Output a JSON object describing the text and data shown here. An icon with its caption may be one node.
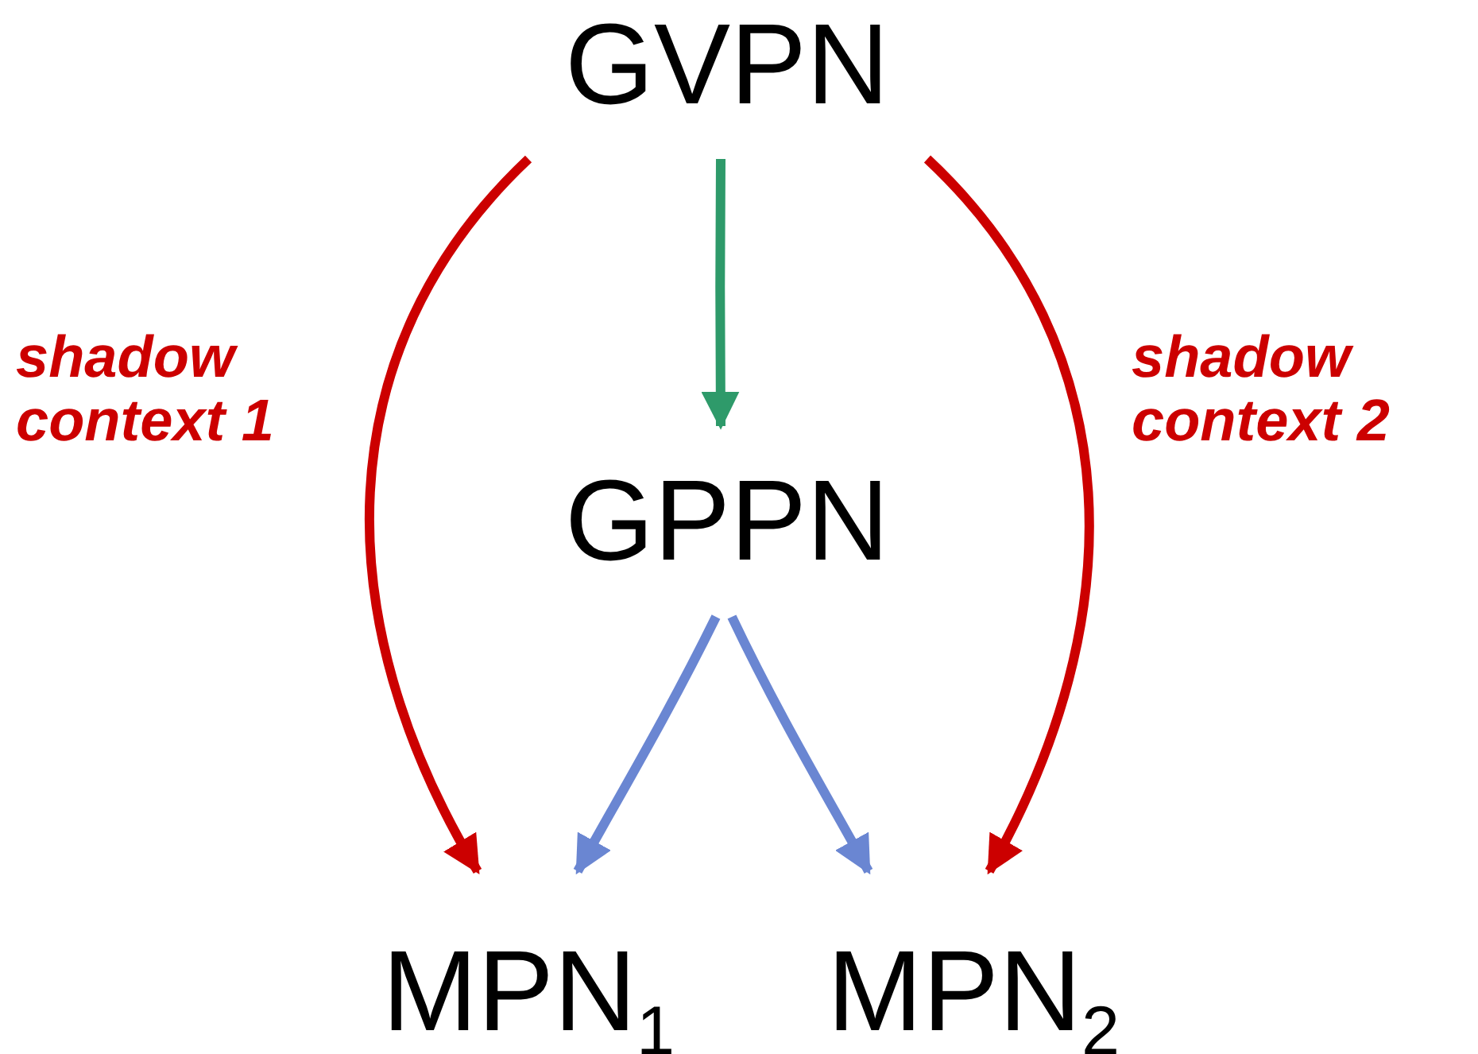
{
  "diagram": {
    "nodes": [
      {
        "text": [
          "GVPN"
        ]
      },
      {
        "text": [
          "GPPN"
        ]
      },
      {
        "text": [
          "MPN$_{1}$"
        ]
      },
      {
        "text": [
          "MPN$_{2}$"
        ]
      }
    ],
    "edges": [
      {
        "from": 0,
        "to": 1,
        "arrow": "to",
        "color": "#2e9a6a"
      },
      {
        "from": 0,
        "to": 2,
        "arrow": "to",
        "label": "shadow context 1",
        "color": "#cc0000"
      },
      {
        "from": 0,
        "to": 3,
        "arrow": "to",
        "label": "shadow context 2",
        "color": "#cc0000"
      },
      {
        "from": 1,
        "to": 2,
        "arrow": "to",
        "color": "#6a86d2"
      },
      {
        "from": 1,
        "to": 3,
        "arrow": "to",
        "color": "#6a86d2"
      }
    ]
  }
}
